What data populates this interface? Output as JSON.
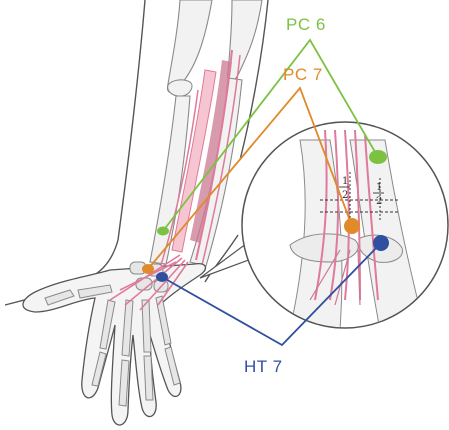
{
  "labels": {
    "pc6": "PC 6",
    "pc7": "PC 7",
    "ht7": "HT 7"
  },
  "inset": {
    "frac_numerator": "1",
    "frac_denominator": "2"
  },
  "colors": {
    "pc6": "#7cc242",
    "pc7": "#e08a2a",
    "ht7": "#2f4fa0",
    "bone_stroke": "#8a8a8a",
    "tendon": "#e07a9a",
    "skin_outline": "#555555"
  },
  "icons": {
    "acupoint_marker": "filled-circle"
  }
}
